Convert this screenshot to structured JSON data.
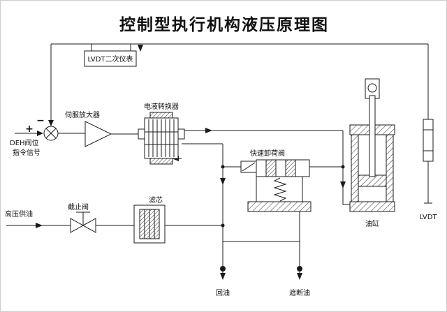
{
  "title": "控制型执行机构液压原理图",
  "colors": {
    "line": "#1a1a1a",
    "background": "#ffffff"
  },
  "labels": {
    "lvdt_meter": "LVDT二次仪表",
    "minus": "−",
    "plus": "+",
    "deh_line1": "DEH阀位",
    "deh_line2": "指令信号",
    "servo_amplifier": "伺服放大器",
    "electro_hydraulic_converter": "电液转换器",
    "quick_unloading_valve": "快速卸荷阀",
    "stop_valve": "截止阀",
    "high_pressure_oil": "高压供油",
    "filter_element": "滤芯",
    "oil_cylinder": "油缸",
    "lvdt": "LVDT",
    "return_oil": "回油",
    "trip_oil": "遮断油"
  }
}
